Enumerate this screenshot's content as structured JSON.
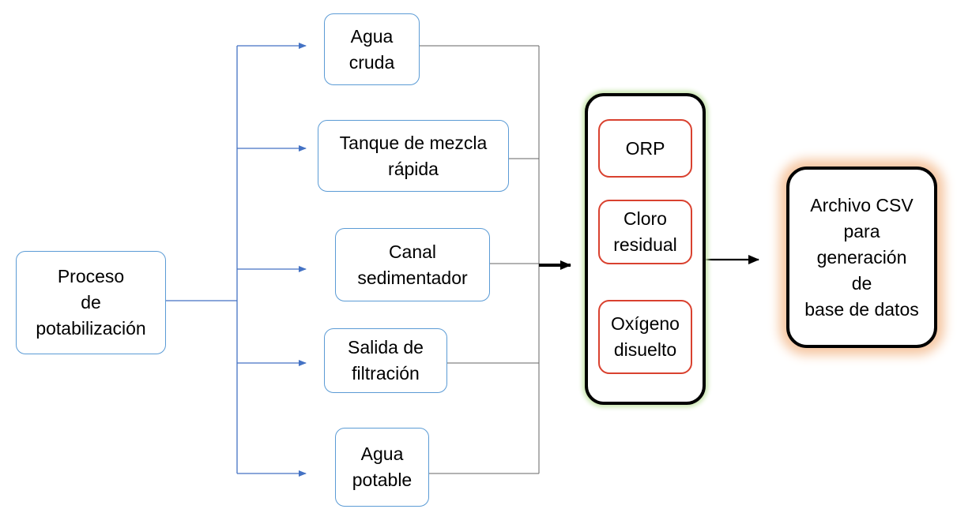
{
  "diagram": {
    "source": {
      "label": "Proceso\nde\npotabilización"
    },
    "stages": [
      {
        "label": "Agua\ncruda"
      },
      {
        "label": "Tanque de mezcla\nrápida"
      },
      {
        "label": "Canal\nsedimentador"
      },
      {
        "label": "Salida de\nfiltración"
      },
      {
        "label": "Agua\npotable"
      }
    ],
    "parameters": [
      {
        "label": "ORP"
      },
      {
        "label": "Cloro\nresidual"
      },
      {
        "label": "Oxígeno\ndisuelto"
      }
    ],
    "output": {
      "label": "Archivo CSV\npara\ngeneración\nde\nbase de datos"
    },
    "colors": {
      "connector": "#4472c4",
      "stage_border": "#5b9bd5",
      "parameter_border": "#d9412f",
      "group_glow": "#c9e6ae",
      "output_glow": "#f6c7a2",
      "arrow": "#000000"
    }
  }
}
